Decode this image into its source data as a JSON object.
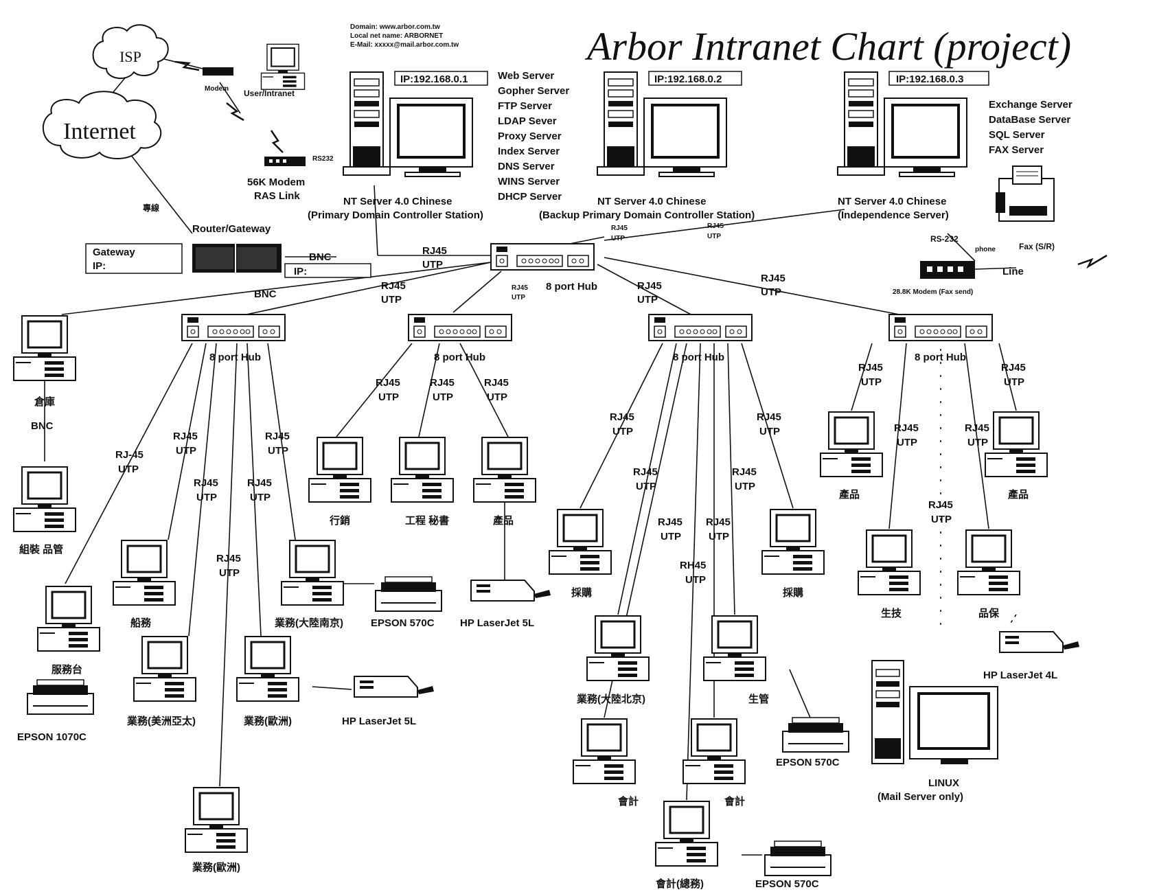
{
  "title": "Arbor Intranet Chart (project)",
  "domain_info": [
    "Domain: www.arbor.com.tw",
    "Local net name: ARBORNET",
    "E-Mail: xxxxx@mail.arbor.com.tw"
  ],
  "clouds": {
    "isp": "ISP",
    "internet": "Internet"
  },
  "internet_link": "專線",
  "user": {
    "modem": "Modem",
    "label": "User/Intranet"
  },
  "ras": {
    "rs232": "RS232",
    "line1": "56K Modem",
    "line2": "RAS Link"
  },
  "router": {
    "title": "Router/Gateway",
    "gateway_label": "Gateway",
    "ip_label": "IP:",
    "ip2_label": "IP:",
    "bnc": "BNC"
  },
  "servers": [
    {
      "ip": "IP:192.168.0.1",
      "name": "NT Server 4.0 Chinese",
      "role": "(Primary Domain Controller Station)",
      "services": [
        "Web Server",
        "Gopher Server",
        "FTP Server",
        "LDAP Sever",
        "Proxy Server",
        "Index Server",
        "DNS Server",
        "WINS Server",
        "DHCP Server"
      ]
    },
    {
      "ip": "IP:192.168.0.2",
      "name": "NT Server 4.0 Chinese",
      "role": "(Backup Primary Domain Controller Station)",
      "services": []
    },
    {
      "ip": "IP:192.168.0.3",
      "name": "NT Server 4.0 Chinese",
      "role": "(Independence Server)",
      "services": [
        "Exchange Server",
        "DataBase Server",
        "SQL Server",
        "FAX Server"
      ]
    }
  ],
  "fax": {
    "rs232": "RS-232",
    "phone": "phone",
    "fax": "Fax (S/R)",
    "line": "Line",
    "modem": "28.8K Modem (Fax send)"
  },
  "main_hub": {
    "label": "8 port Hub"
  },
  "hub_label": "8 port Hub",
  "link_labels": {
    "rj45": "RJ45",
    "utp": "UTP",
    "rj45_dash": "RJ-45",
    "rh45": "RH45",
    "bnc": "BNC"
  },
  "left_cluster": {
    "pc1": "倉庫",
    "bnc": "BNC",
    "pc2": "組裝 品管",
    "pc3": "服務台",
    "printer": "EPSON 1070C"
  },
  "hub1_pcs": {
    "pc_a": "船務",
    "pc_b": "業務(美洲亞太)",
    "pc_c": "業務(歐洲)",
    "pc_d": "業務(大陸南京)",
    "pc_e": "業務(歐洲)",
    "printer_epson": "EPSON 570C",
    "printer_hp": "HP LaserJet 5L"
  },
  "hub2_pcs": {
    "pc_a": "行銷",
    "pc_b": "工程 秘書",
    "pc_c": "產品",
    "printer_hp": "HP LaserJet 5L"
  },
  "hub3_pcs": {
    "pc_a": "採購",
    "pc_b": "採購",
    "pc_c": "業務(大陸北京)",
    "pc_d": "生管",
    "pc_e": "會計",
    "pc_f": "會計",
    "pc_g": "會計(總務)",
    "printer1": "EPSON 570C",
    "printer2": "EPSON 570C"
  },
  "hub4_pcs": {
    "pc_a": "產品",
    "pc_b": "產品",
    "pc_c": "生技",
    "pc_d": "品保",
    "printer_hp": "HP LaserJet 4L",
    "linux_name": "LINUX",
    "linux_role": "(Mail Server only)"
  }
}
